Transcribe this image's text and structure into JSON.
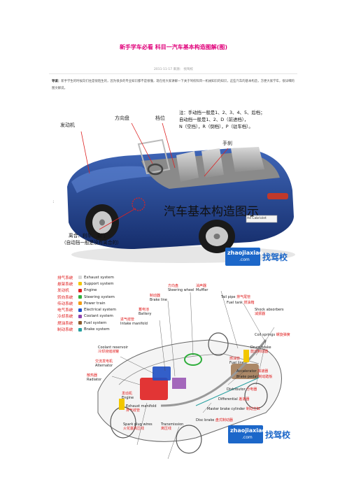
{
  "article": {
    "title": "新手学车必看 科目一汽车基本构造图解(图)",
    "meta": "2011-11-17 来源： 找驾校",
    "intro_label": "导读：",
    "intro_text": "新手学生的时候向们往是很陌生的，因为很多的专业知识都不是很懂，现在给大家讲解一下关于驾校科目一机械知识的知识，这些汽车的基本构造，方便大家学车，很详细的图文解说。",
    "side_marker": "："
  },
  "figure1": {
    "labels": {
      "engine": "发动机",
      "steering_wheel": "方向盘",
      "gear": "档位",
      "handbrake": "手刹"
    },
    "note_lines": [
      "注：手动挡一般是1、2、3、4、5、后档；",
      "自动挡一般是1、2、D（前进档），",
      "N（空挡），R（倒档），P（驻车档）。"
    ],
    "caption": "汽车基本构造图示",
    "bottom_lines": [
      "离合、刹车、油门",
      "（自动挡一般是没有离合的）"
    ],
    "plate": "A4 Cabriolet",
    "watermark": {
      "name": "zhaojiaxiao",
      "com": ".com",
      "cn": "找驾校"
    }
  },
  "figure2": {
    "legend": [
      {
        "cn": "排气系统",
        "en": "Exhaust system",
        "color": "#d9d9d9"
      },
      {
        "cn": "悬架系统",
        "en": "Support system",
        "color": "#f2c700"
      },
      {
        "cn": "发动机",
        "en": "Engine",
        "color": "#e02020"
      },
      {
        "cn": "转向系统",
        "en": "Steering system",
        "color": "#2fae3c"
      },
      {
        "cn": "传动系统",
        "en": "Power train",
        "color": "#f39c12"
      },
      {
        "cn": "电气系统",
        "en": "Electrical system",
        "color": "#1e4fc4"
      },
      {
        "cn": "冷却系统",
        "en": "Coolant system",
        "color": "#8e44ad"
      },
      {
        "cn": "燃油系统",
        "en": "Fuel system",
        "color": "#8b5a2b"
      },
      {
        "cn": "制动系统",
        "en": "Brake system",
        "color": "#27a0a0"
      }
    ],
    "callouts": {
      "steering_wheel": {
        "en": "Steering wheel",
        "cn": "方向盘"
      },
      "muffler": {
        "en": "Muffler",
        "cn": "消声器"
      },
      "tail_pipe": {
        "en": "Tail pipe",
        "cn": "排气尾管"
      },
      "brake_line": {
        "en": "Brake line",
        "cn": "制动器"
      },
      "fuel_tank": {
        "en": "Fuel tank",
        "cn": "燃油箱"
      },
      "battery": {
        "en": "Battery",
        "cn": "蓄电池"
      },
      "shock": {
        "en": "Shock absorbers",
        "cn": "减振器"
      },
      "intake": {
        "en": "Intake manifold",
        "cn": "进气歧管"
      },
      "coolant": {
        "en": "Coolant reservoir",
        "cn": "冷却液储液罐"
      },
      "alternator": {
        "en": "Alternator",
        "cn": "交流发电机"
      },
      "coil_springs": {
        "en": "Coil springs",
        "cn": "螺旋弹簧"
      },
      "drum_brake": {
        "en": "Drum brake",
        "cn": "鼓式制动器"
      },
      "fuel_line": {
        "en": "Fuel line",
        "cn": "燃油管"
      },
      "accelerator": {
        "en": "Accelerator",
        "cn": "加速器"
      },
      "brake_pedal": {
        "en": "Brake pedal",
        "cn": "制动踏板"
      },
      "radiator": {
        "en": "Radiator",
        "cn": "散热器"
      },
      "distributor": {
        "en": "Distributor",
        "cn": "分电器"
      },
      "differential": {
        "en": "Differential",
        "cn": "差速器"
      },
      "engine": {
        "en": "Engine",
        "cn": "发动机"
      },
      "exhaust_manifold": {
        "en": "Exhaust manifold",
        "cn": "排气歧管"
      },
      "master_brake": {
        "en": "Master brake cylinder",
        "cn": "制动主缸"
      },
      "disc_brake": {
        "en": "Disc brake",
        "cn": "盘式制动器"
      },
      "spark_plug": {
        "en": "Spark plug wires",
        "cn": "火花塞高压线"
      },
      "transmission": {
        "en": "Transmission",
        "cn": "离压线"
      }
    },
    "watermark": {
      "name": "zhaojiaxiao",
      "com": ".com",
      "cn": "找驾校"
    }
  }
}
